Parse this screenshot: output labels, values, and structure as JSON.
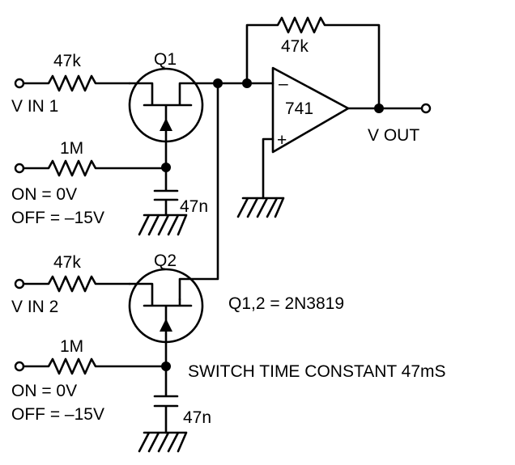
{
  "labels": {
    "r_in1": "47k",
    "q1": "Q1",
    "r_feedback": "47k",
    "opamp": "741",
    "opamp_minus": "–",
    "opamp_plus": "+",
    "vin1": "V IN 1",
    "vout": "V OUT",
    "r_ctrl1": "1M",
    "on1": "ON = 0V",
    "off1": "OFF = –15V",
    "c1": "47n",
    "r_in2": "47k",
    "q2": "Q2",
    "vin2": "V IN 2",
    "part_note": "Q1,2 = 2N3819",
    "r_ctrl2": "1M",
    "switch_note": "SWITCH TIME CONSTANT 47mS",
    "on2": "ON = 0V",
    "off2": "OFF = –15V",
    "c2": "47n"
  }
}
